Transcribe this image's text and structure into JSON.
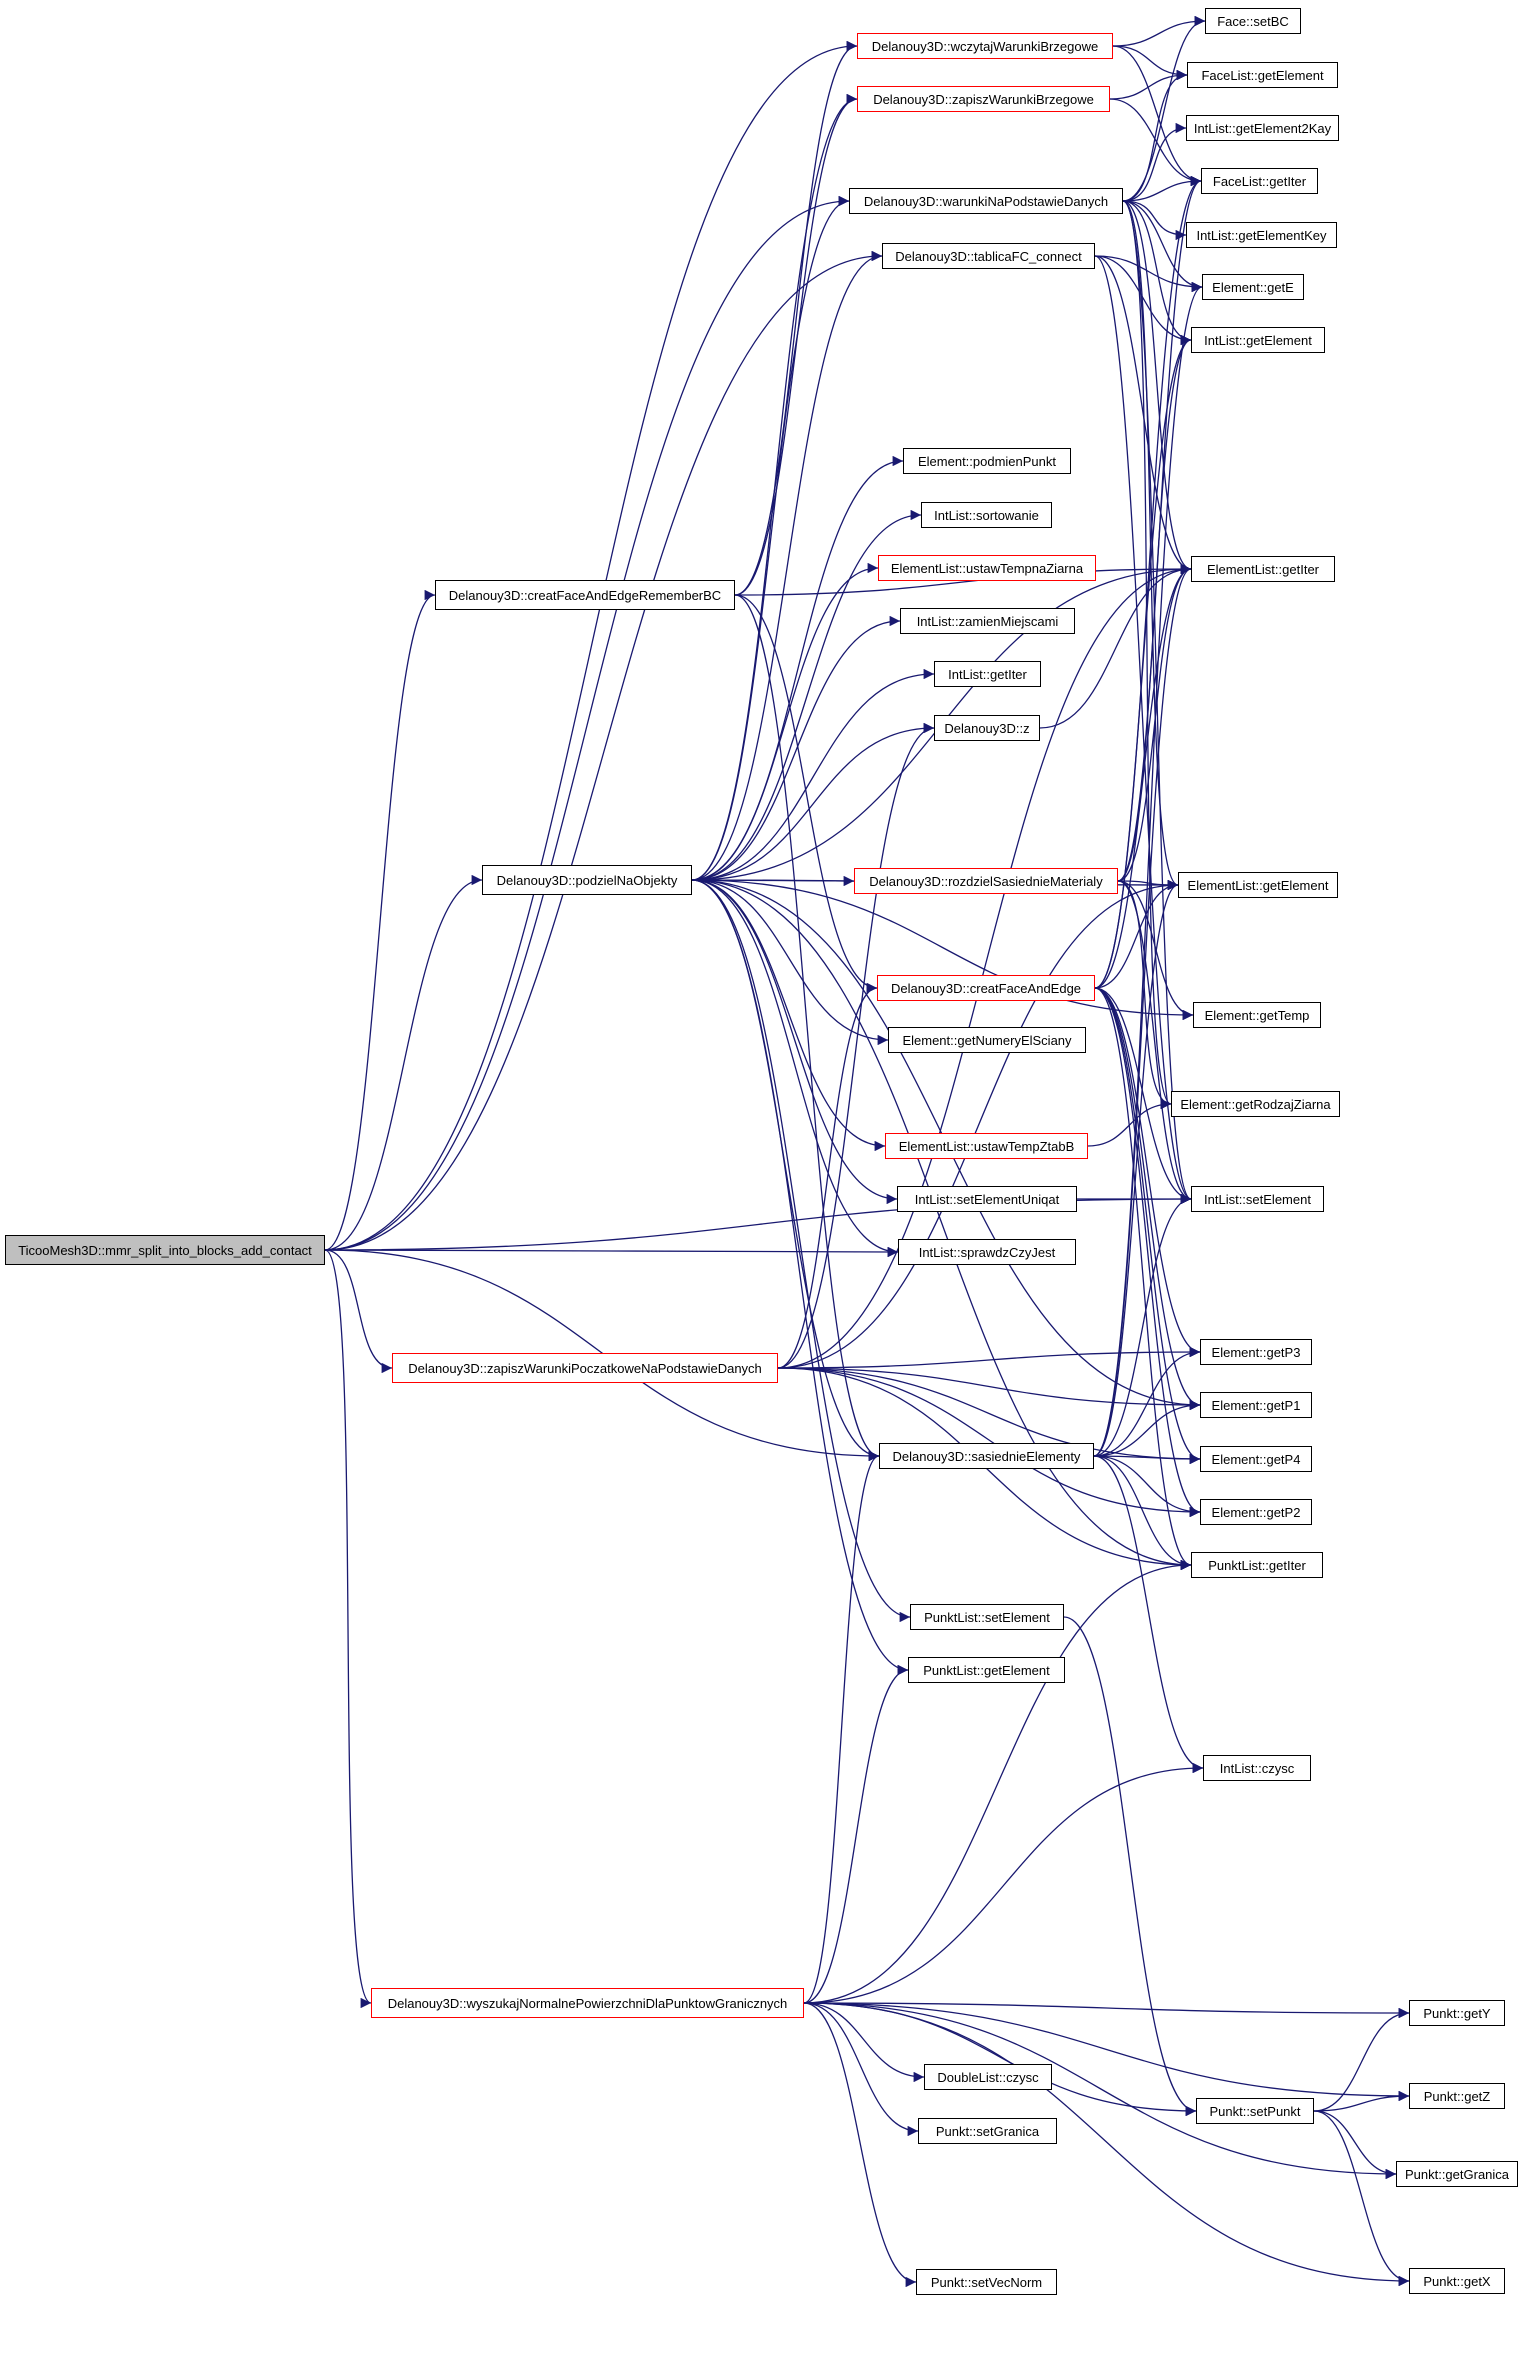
{
  "graph": {
    "colors": {
      "edge": "#191970",
      "highlight_border": "#ff0000",
      "normal_border": "#000000",
      "root_fill": "#bfbfbf"
    },
    "nodes": [
      {
        "id": "root",
        "label": "TicooMesh3D::mmr_split_into_blocks_add_contact",
        "style": "root"
      },
      {
        "id": "cfer",
        "label": "Delanouy3D::creatFaceAndEdgeRememberBC",
        "style": "normal"
      },
      {
        "id": "pno",
        "label": "Delanouy3D::podzielNaObjekty",
        "style": "normal"
      },
      {
        "id": "zwp",
        "label": "Delanouy3D::zapiszWarunkiPoczatkoweNaPodstawieDanych",
        "style": "red"
      },
      {
        "id": "wyn",
        "label": "Delanouy3D::wyszukajNormalnePowierzchniDlaPunktowGranicznych",
        "style": "red"
      },
      {
        "id": "wwb",
        "label": "Delanouy3D::wczytajWarunkiBrzegowe",
        "style": "red"
      },
      {
        "id": "zwb",
        "label": "Delanouy3D::zapiszWarunkiBrzegowe",
        "style": "red"
      },
      {
        "id": "wnpd",
        "label": "Delanouy3D::warunkiNaPodstawieDanych",
        "style": "normal"
      },
      {
        "id": "tfc",
        "label": "Delanouy3D::tablicaFC_connect",
        "style": "normal"
      },
      {
        "id": "epp",
        "label": "Element::podmienPunkt",
        "style": "normal"
      },
      {
        "id": "ils",
        "label": "IntList::sortowanie",
        "style": "normal"
      },
      {
        "id": "elutz",
        "label": "ElementList::ustawTempnaZiarna",
        "style": "red"
      },
      {
        "id": "ilzm",
        "label": "IntList::zamienMiejscami",
        "style": "normal"
      },
      {
        "id": "ilgi",
        "label": "IntList::getIter",
        "style": "normal"
      },
      {
        "id": "dz",
        "label": "Delanouy3D::z",
        "style": "normal"
      },
      {
        "id": "rsm",
        "label": "Delanouy3D::rozdzielSasiednieMaterialy",
        "style": "red"
      },
      {
        "id": "cfe",
        "label": "Delanouy3D::creatFaceAndEdge",
        "style": "red"
      },
      {
        "id": "egne",
        "label": "Element::getNumeryElSciany",
        "style": "normal"
      },
      {
        "id": "elutt",
        "label": "ElementList::ustawTempZtabB",
        "style": "red"
      },
      {
        "id": "ilseu",
        "label": "IntList::setElementUniqat",
        "style": "normal"
      },
      {
        "id": "ilscj",
        "label": "IntList::sprawdzCzyJest",
        "style": "normal"
      },
      {
        "id": "dse",
        "label": "Delanouy3D::sasiednieElementy",
        "style": "normal"
      },
      {
        "id": "plse",
        "label": "PunktList::setElement",
        "style": "normal"
      },
      {
        "id": "plge",
        "label": "PunktList::getElement",
        "style": "normal"
      },
      {
        "id": "dlc",
        "label": "DoubleList::czysc",
        "style": "normal"
      },
      {
        "id": "psg",
        "label": "Punkt::setGranica",
        "style": "normal"
      },
      {
        "id": "psvn",
        "label": "Punkt::setVecNorm",
        "style": "normal"
      },
      {
        "id": "psp",
        "label": "Punkt::setPunkt",
        "style": "normal"
      },
      {
        "id": "fsbc",
        "label": "Face::setBC",
        "style": "normal"
      },
      {
        "id": "flge",
        "label": "FaceList::getElement",
        "style": "normal"
      },
      {
        "id": "ilgek2",
        "label": "IntList::getElement2Kay",
        "style": "normal"
      },
      {
        "id": "flgi",
        "label": "FaceList::getIter",
        "style": "normal"
      },
      {
        "id": "ilgek",
        "label": "IntList::getElementKey",
        "style": "normal"
      },
      {
        "id": "ege",
        "label": "Element::getE",
        "style": "normal"
      },
      {
        "id": "ilge",
        "label": "IntList::getElement",
        "style": "normal"
      },
      {
        "id": "elgi",
        "label": "ElementList::getIter",
        "style": "normal"
      },
      {
        "id": "elge",
        "label": "ElementList::getElement",
        "style": "normal"
      },
      {
        "id": "egt",
        "label": "Element::getTemp",
        "style": "normal"
      },
      {
        "id": "egrz",
        "label": "Element::getRodzajZiarna",
        "style": "normal"
      },
      {
        "id": "ilse",
        "label": "IntList::setElement",
        "style": "normal"
      },
      {
        "id": "egp3",
        "label": "Element::getP3",
        "style": "normal"
      },
      {
        "id": "egp1",
        "label": "Element::getP1",
        "style": "normal"
      },
      {
        "id": "egp4",
        "label": "Element::getP4",
        "style": "normal"
      },
      {
        "id": "egp2",
        "label": "Element::getP2",
        "style": "normal"
      },
      {
        "id": "plgi",
        "label": "PunktList::getIter",
        "style": "normal"
      },
      {
        "id": "ilc",
        "label": "IntList::czysc",
        "style": "normal"
      },
      {
        "id": "pgy",
        "label": "Punkt::getY",
        "style": "normal"
      },
      {
        "id": "pgz",
        "label": "Punkt::getZ",
        "style": "normal"
      },
      {
        "id": "pgg",
        "label": "Punkt::getGranica",
        "style": "normal"
      },
      {
        "id": "pgx",
        "label": "Punkt::getX",
        "style": "normal"
      }
    ],
    "edges": [
      [
        "root",
        "cfer"
      ],
      [
        "root",
        "pno"
      ],
      [
        "root",
        "zwp"
      ],
      [
        "root",
        "wyn"
      ],
      [
        "root",
        "wwb"
      ],
      [
        "root",
        "wnpd"
      ],
      [
        "root",
        "tfc"
      ],
      [
        "root",
        "ilscj"
      ],
      [
        "root",
        "dse"
      ],
      [
        "root",
        "ilse"
      ],
      [
        "cfer",
        "wwb"
      ],
      [
        "cfer",
        "zwb"
      ],
      [
        "cfer",
        "cfe"
      ],
      [
        "cfer",
        "dse"
      ],
      [
        "cfer",
        "elgi"
      ],
      [
        "wwb",
        "fsbc"
      ],
      [
        "wwb",
        "flge"
      ],
      [
        "wwb",
        "flgi"
      ],
      [
        "zwb",
        "flge"
      ],
      [
        "zwb",
        "flgi"
      ],
      [
        "wnpd",
        "fsbc"
      ],
      [
        "wnpd",
        "flge"
      ],
      [
        "wnpd",
        "ilgek2"
      ],
      [
        "wnpd",
        "flgi"
      ],
      [
        "wnpd",
        "ilgek"
      ],
      [
        "wnpd",
        "ege"
      ],
      [
        "wnpd",
        "ilge"
      ],
      [
        "wnpd",
        "elgi"
      ],
      [
        "wnpd",
        "elge"
      ],
      [
        "wnpd",
        "egrz"
      ],
      [
        "wnpd",
        "ilse"
      ],
      [
        "tfc",
        "ege"
      ],
      [
        "tfc",
        "ilge"
      ],
      [
        "tfc",
        "elgi"
      ],
      [
        "tfc",
        "ilse"
      ],
      [
        "pno",
        "zwb"
      ],
      [
        "pno",
        "wnpd"
      ],
      [
        "pno",
        "tfc"
      ],
      [
        "pno",
        "epp"
      ],
      [
        "pno",
        "ils"
      ],
      [
        "pno",
        "elutz"
      ],
      [
        "pno",
        "ilzm"
      ],
      [
        "pno",
        "ilgi"
      ],
      [
        "pno",
        "dz"
      ],
      [
        "pno",
        "rsm"
      ],
      [
        "pno",
        "egne"
      ],
      [
        "pno",
        "elutt"
      ],
      [
        "pno",
        "ilseu"
      ],
      [
        "pno",
        "ilscj"
      ],
      [
        "pno",
        "dse"
      ],
      [
        "pno",
        "plse"
      ],
      [
        "pno",
        "plge"
      ],
      [
        "pno",
        "elge"
      ],
      [
        "pno",
        "elgi"
      ],
      [
        "pno",
        "egt"
      ],
      [
        "pno",
        "plgi"
      ],
      [
        "pno",
        "egp1"
      ],
      [
        "dz",
        "elgi"
      ],
      [
        "rsm",
        "elge"
      ],
      [
        "rsm",
        "egt"
      ],
      [
        "rsm",
        "egrz"
      ],
      [
        "rsm",
        "ilse"
      ],
      [
        "rsm",
        "flgi"
      ],
      [
        "rsm",
        "ilge"
      ],
      [
        "rsm",
        "elgi"
      ],
      [
        "cfe",
        "elge"
      ],
      [
        "cfe",
        "flgi"
      ],
      [
        "cfe",
        "ilge"
      ],
      [
        "cfe",
        "elgi"
      ],
      [
        "cfe",
        "egp1"
      ],
      [
        "cfe",
        "egp2"
      ],
      [
        "cfe",
        "egp3"
      ],
      [
        "cfe",
        "egp4"
      ],
      [
        "cfe",
        "ilse"
      ],
      [
        "cfe",
        "plgi"
      ],
      [
        "elutt",
        "egrz"
      ],
      [
        "ilseu",
        "ilse"
      ],
      [
        "zwp",
        "elge"
      ],
      [
        "zwp",
        "egp3"
      ],
      [
        "zwp",
        "egp1"
      ],
      [
        "zwp",
        "egp4"
      ],
      [
        "zwp",
        "plgi"
      ],
      [
        "zwp",
        "cfe"
      ],
      [
        "zwp",
        "dz"
      ],
      [
        "zwp",
        "elgi"
      ],
      [
        "zwp",
        "egp2"
      ],
      [
        "dse",
        "ege"
      ],
      [
        "dse",
        "elgi"
      ],
      [
        "dse",
        "egp1"
      ],
      [
        "dse",
        "egp2"
      ],
      [
        "dse",
        "egp3"
      ],
      [
        "dse",
        "egp4"
      ],
      [
        "dse",
        "ilc"
      ],
      [
        "dse",
        "ilse"
      ],
      [
        "dse",
        "elge"
      ],
      [
        "dse",
        "plgi"
      ],
      [
        "plse",
        "psp"
      ],
      [
        "wyn",
        "dse"
      ],
      [
        "wyn",
        "plge"
      ],
      [
        "wyn",
        "dlc"
      ],
      [
        "wyn",
        "psg"
      ],
      [
        "wyn",
        "psvn"
      ],
      [
        "wyn",
        "psp"
      ],
      [
        "wyn",
        "pgy"
      ],
      [
        "wyn",
        "pgz"
      ],
      [
        "wyn",
        "pgg"
      ],
      [
        "wyn",
        "pgx"
      ],
      [
        "wyn",
        "ilc"
      ],
      [
        "wyn",
        "plgi"
      ],
      [
        "psp",
        "pgy"
      ],
      [
        "psp",
        "pgz"
      ],
      [
        "psp",
        "pgg"
      ],
      [
        "psp",
        "pgx"
      ]
    ]
  }
}
